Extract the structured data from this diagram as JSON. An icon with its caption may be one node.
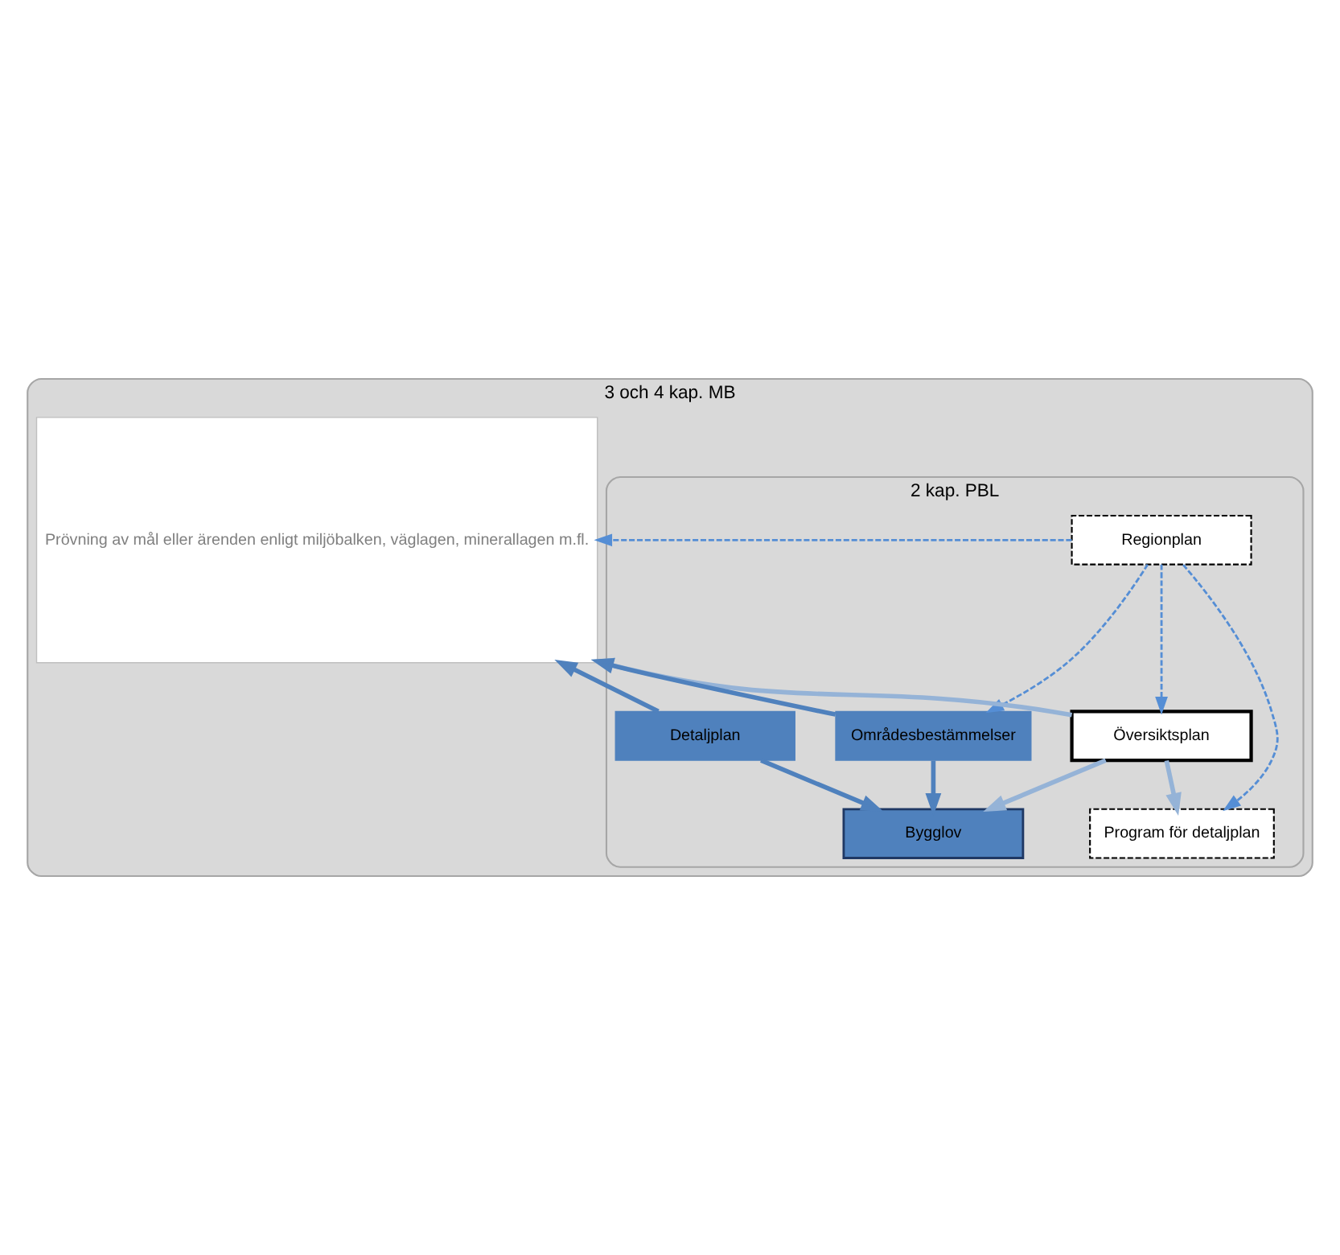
{
  "diagram": {
    "nodes": [
      {
        "text": [
          "3 och 4 kap. MB"
        ]
      },
      {
        "text": [
          "2 kap. PBL"
        ],
        "in": 0
      },
      {
        "text": [
          "Regionplan"
        ],
        "in": 1
      },
      {
        "text": [
          "Översiktsplan"
        ],
        "in": 1
      },
      {
        "text": [
          "Områdesbestämmelser"
        ],
        "in": 1
      },
      {
        "text": [
          "Program för detaljplan"
        ],
        "in": 1
      },
      {
        "text": [
          "Detaljplan"
        ],
        "in": 1
      },
      {
        "text": [
          "Bygglov"
        ],
        "in": 1
      },
      {
        "text": [
          "Prövning av mål eller ärenden enligt miljöbalken, väglagen, minerallagen m.fl."
        ],
        "in": 0
      }
    ],
    "edges": [
      {
        "from": 2,
        "to": 3,
        "arrow": "to",
        "style": "dashed",
        "color": "#558ed5"
      },
      {
        "from": 2,
        "to": 5,
        "arrow": "to",
        "style": "dashed",
        "color": "#558ed5"
      },
      {
        "from": 2,
        "to": 4,
        "arrow": "to",
        "style": "dashed",
        "color": "#558ed5"
      },
      {
        "from": 2,
        "to": 8,
        "arrow": "to",
        "style": "dashed",
        "color": "#558ed5"
      },
      {
        "from": 3,
        "to": 5,
        "arrow": "to",
        "color": "#95b3d7"
      },
      {
        "from": 3,
        "to": 7,
        "arrow": "to",
        "color": "#95b3d7"
      },
      {
        "from": 3,
        "to": 8,
        "arrow": "to",
        "color": "#95b3d7"
      },
      {
        "from": 4,
        "to": 8,
        "arrow": "to"
      },
      {
        "from": 4,
        "to": 7,
        "arrow": "to"
      },
      {
        "from": 6,
        "to": 8,
        "arrow": "to"
      },
      {
        "from": 6,
        "to": 7,
        "arrow": "to"
      }
    ]
  }
}
